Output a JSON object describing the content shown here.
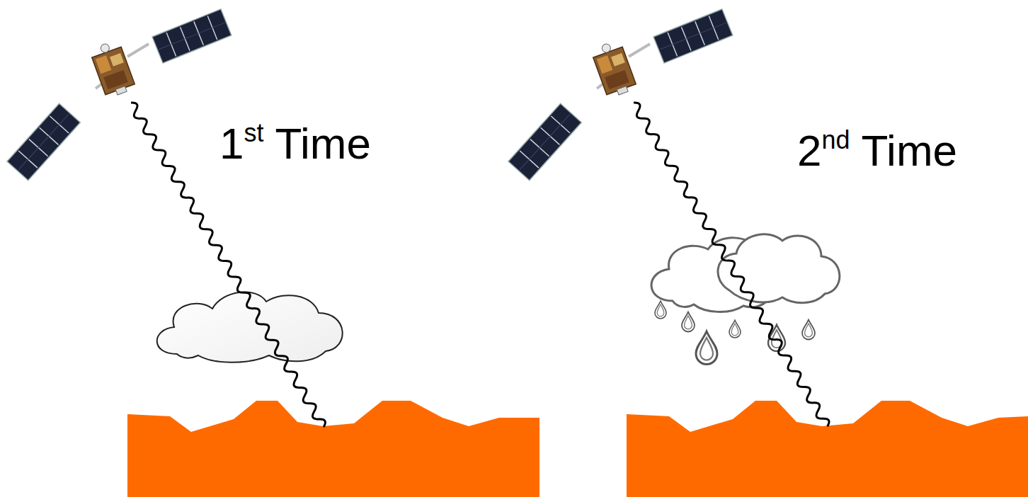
{
  "diagram": {
    "labels": [
      "1",
      "st",
      "Time",
      "2",
      "nd",
      "Time"
    ]
  }
}
